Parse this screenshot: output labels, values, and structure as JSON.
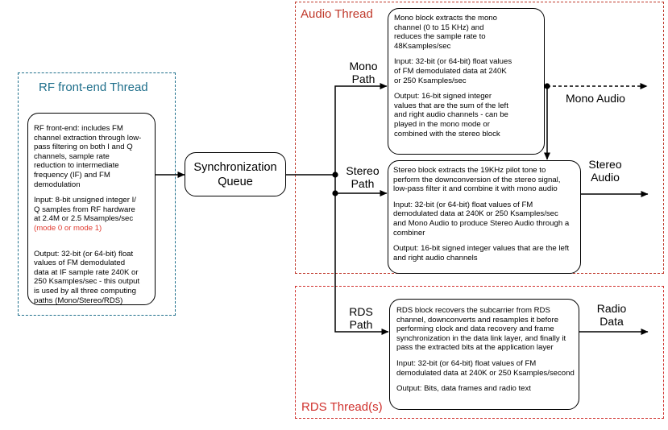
{
  "threads": {
    "rf": {
      "title": "RF front-end Thread",
      "color": "#1f6f8b"
    },
    "audio": {
      "title": "Audio Thread",
      "color": "#c0392b"
    },
    "rds": {
      "title": "RDS Thread(s)",
      "color": "#d0312d"
    }
  },
  "rf_block": {
    "description": "RF front-end: includes FM\nchannel extraction through low-\npass filtering on both I and Q\nchannels, sample rate\nreduction to intermediate\nfrequency (IF) and FM\ndemodulation",
    "input": "Input: 8-bit unsigned integer I/\nQ samples from RF hardware\nat 2.4M or 2.5 Msamples/sec",
    "input_note": "(mode 0 or mode 1)",
    "output": "Output: 32-bit (or 64-bit) float\nvalues of FM demodulated\ndata at IF sample rate 240K or\n250 Ksamples/sec - this output\nis used by all three computing\npaths (Mono/Stereo/RDS)"
  },
  "queue": {
    "label": "Synchronization\nQueue"
  },
  "paths": {
    "mono": "Mono\nPath",
    "stereo": "Stereo\nPath",
    "rds": "RDS\nPath"
  },
  "mono_block": {
    "description": "Mono block extracts the mono\nchannel (0 to 15 KHz) and\nreduces the sample rate to\n48Ksamples/sec",
    "input": "Input: 32-bit (or 64-bit) float values\nof FM demodulated data at 240K\nor 250 Ksamples/sec",
    "output": "Output: 16-bit signed integer\nvalues that are the sum of the left\nand right audio channels - can be\nplayed in the mono mode or\ncombined with the stereo block"
  },
  "stereo_block": {
    "description": "Stereo block extracts the 19KHz pilot tone to\nperform the downconversion of the stereo signal,\nlow-pass filter it and combine it with mono audio",
    "input": "Input: 32-bit (or 64-bit) float values of FM\ndemodulated data at 240K or 250 Ksamples/sec\nand Mono Audio to produce Stereo Audio through a\ncombiner",
    "output": "Output: 16-bit signed integer values that are the left\nand right audio channels"
  },
  "rds_block": {
    "description": "RDS block recovers the subcarrier from RDS\nchannel, downconverts and resamples it before\nperforming clock and data recovery and frame\nsynchronization in the data link layer, and finally it\npass the extracted bits at the application layer",
    "input": "Input: 32-bit (or 64-bit) float values of FM\ndemodulated data at 240K or 250 Ksamples/second",
    "output": "Output: Bits, data frames and radio text"
  },
  "outputs": {
    "mono": "Mono Audio",
    "stereo": "Stereo\nAudio",
    "rds": "Radio\nData"
  }
}
